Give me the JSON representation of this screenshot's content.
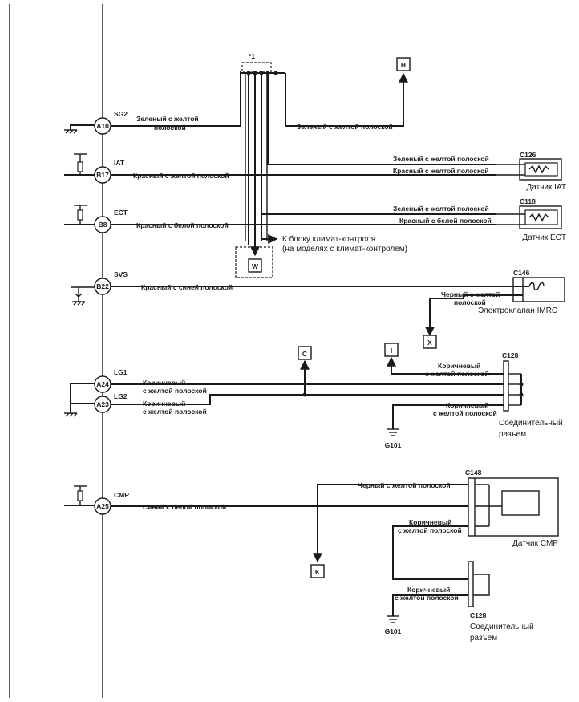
{
  "ecm_pins": [
    {
      "pin": "A10",
      "signal": "SG2"
    },
    {
      "pin": "B17",
      "signal": "IAT"
    },
    {
      "pin": "B8",
      "signal": "ECT"
    },
    {
      "pin": "B22",
      "signal": "SVS"
    },
    {
      "pin": "A24",
      "signal": "LG1"
    },
    {
      "pin": "A23",
      "signal": "LG2"
    },
    {
      "pin": "A25",
      "signal": "CMP"
    }
  ],
  "shield_note": "*1",
  "wires": {
    "sg2": "Зеленый с желтой полоской",
    "sg2_line1": "Зеленый с желтой",
    "sg2_line2": "полоской",
    "sg2_to_h": "Зеленый с желтой полоской",
    "iat_green": "Зеленый с желтой полоской",
    "iat_red": "Красный с желтой полоской",
    "iat_ecm": "Красный с желтой полоской",
    "ect_green": "Зеленый с желтой полоской",
    "ect_red": "Красный с белой полоской",
    "ect_ecm": "Красный с белой полоской",
    "svs": "Красный с синей полоской",
    "imrc_1": "Черный с желтой",
    "imrc_2": "полоской",
    "lg1_1": "Коричневый",
    "lg1_2": "с желтой полоской",
    "lg2_1": "Коричневый",
    "lg2_2": "с желтой полоской",
    "c128_top_1": "Коричневый",
    "c128_top_2": "с желтой полоской",
    "c128_bot_1": "Коричневый",
    "c128_bot_2": "с желтой полоской",
    "cmp": "Синий с белой полоской",
    "cmp_black": "Черный с желтой полоской",
    "cmp_brown_1": "Коричневый",
    "cmp_brown_2": "с желтой полоской",
    "c128b_1": "Коричневый",
    "c128b_2": "с желтой полоской"
  },
  "connectors": {
    "c126": "C126",
    "c118": "C118",
    "c146": "C146",
    "c128": "C128",
    "c148": "C148",
    "c128b": "C128"
  },
  "components": {
    "iat_sensor": "Датчик IAT",
    "ect_sensor": "Датчик ECT",
    "imrc_valve": "Электроклапан IMRC",
    "joint_1": "Соединительный",
    "joint_2": "разъем",
    "cmp_sensor": "Датчик CMP",
    "joint_b_1": "Соединительный",
    "joint_b_2": "разъем"
  },
  "climate_note_1": "К блоку климат-контроля",
  "climate_note_2": "(на моделях с климат-контролем)",
  "grounds": {
    "g1": "G101",
    "g2": "G101"
  },
  "refs": {
    "H": "H",
    "W": "W",
    "X": "X",
    "C": "C",
    "I": "I",
    "K": "K"
  }
}
